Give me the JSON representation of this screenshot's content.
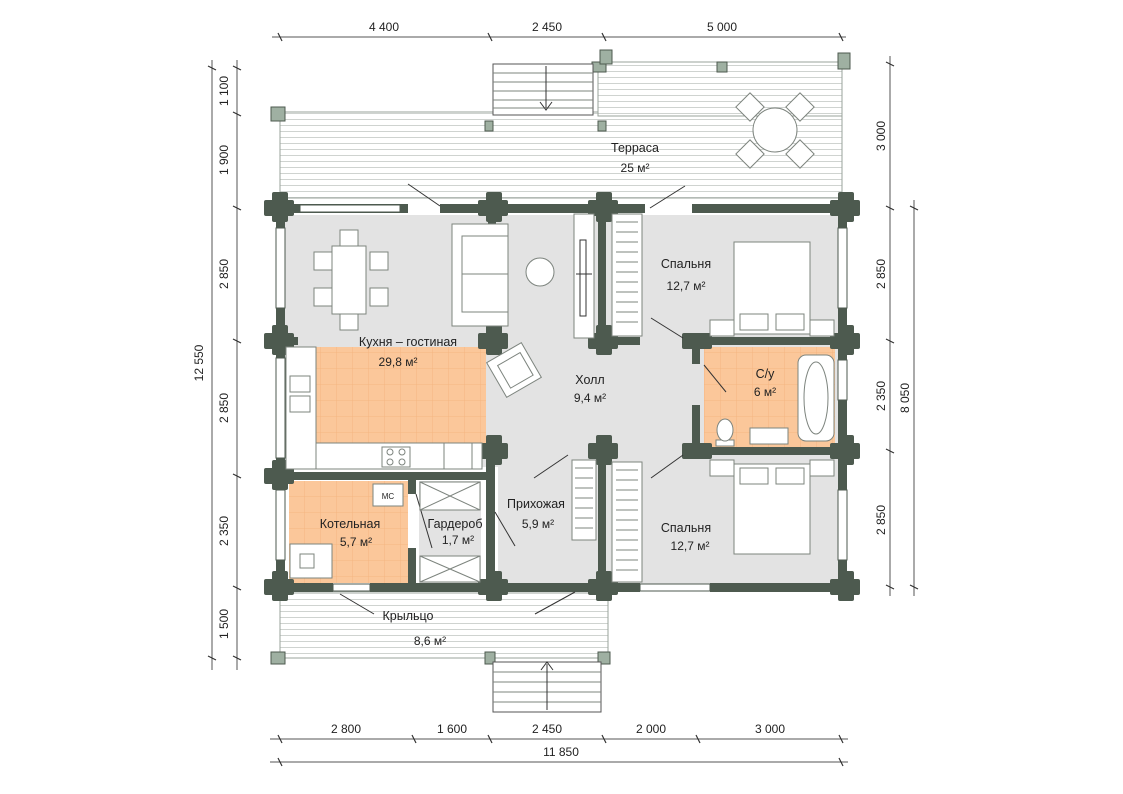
{
  "dimensions": {
    "top": [
      "4 400",
      "2 450",
      "5 000"
    ],
    "bottom": [
      "2 800",
      "1 600",
      "2 450",
      "2 000",
      "3 000"
    ],
    "bottom_total": "11 850",
    "left": [
      "1 100",
      "1 900",
      "2 850",
      "2 850",
      "2 350",
      "1 500"
    ],
    "left_total": "12 550",
    "right": [
      "3 000",
      "2 850",
      "2 350",
      "2 850"
    ],
    "right_total": "8 050"
  },
  "rooms": {
    "terrace": {
      "name": "Терраса",
      "area": "25 м²"
    },
    "kitchen": {
      "name": "Кухня – гостиная",
      "area": "29,8 м²"
    },
    "hall": {
      "name": "Холл",
      "area": "9,4 м²"
    },
    "bedroom1": {
      "name": "Спальня",
      "area": "12,7 м²"
    },
    "bathroom": {
      "name": "С/у",
      "area": "6 м²"
    },
    "bedroom2": {
      "name": "Спальня",
      "area": "12,7 м²"
    },
    "boiler": {
      "name": "Котельная",
      "area": "5,7 м²"
    },
    "wardrobe": {
      "name": "Гардероб",
      "area": "1,7 м²"
    },
    "entrance": {
      "name": "Прихожая",
      "area": "5,9 м²"
    },
    "porch": {
      "name": "Крыльцо",
      "area": "8,6 м²"
    }
  },
  "labels": {
    "boiler_unit": "МС"
  }
}
